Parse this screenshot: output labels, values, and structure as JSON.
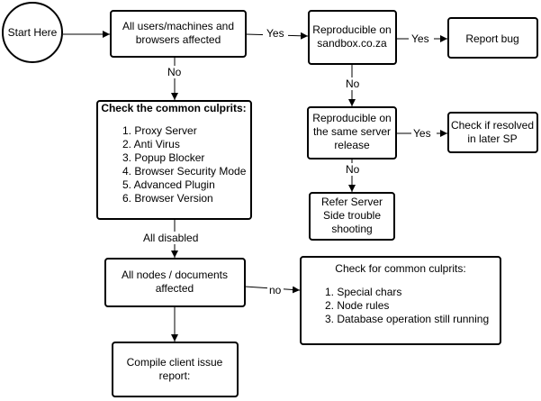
{
  "nodes": {
    "start": {
      "text": "Start Here"
    },
    "all_affected": {
      "lines": [
        "All users/machines and",
        "browsers affected"
      ]
    },
    "repro_sandbox": {
      "lines": [
        "Reproducible on",
        "sandbox.co.za"
      ]
    },
    "report_bug": {
      "lines": [
        "Report bug"
      ]
    },
    "repro_server": {
      "lines": [
        "Reproducible on",
        "the same server",
        "release"
      ]
    },
    "check_sp": {
      "lines": [
        "Check if resolved",
        "in later SP"
      ]
    },
    "refer_server": {
      "lines": [
        "Refer Server",
        "Side trouble",
        "shooting"
      ]
    },
    "culprits": {
      "title": "Check the common culprits:",
      "items": [
        "1.  Proxy Server",
        "2.  Anti Virus",
        "3.  Popup Blocker",
        "4.  Browser Security Mode",
        "5.  Advanced Plugin",
        "6.  Browser Version"
      ]
    },
    "all_nodes": {
      "lines": [
        "All nodes / documents",
        "affected"
      ]
    },
    "common_culprits": {
      "title": "Check for common culprits:",
      "items": [
        "1.  Special chars",
        "2.  Node rules",
        "3.  Database operation still running"
      ]
    },
    "compile": {
      "lines": [
        "Compile client issue",
        "report:"
      ]
    }
  },
  "edge_labels": {
    "yes1": "Yes",
    "yes2": "Yes",
    "yes3": "Yes",
    "no1": "No",
    "no2": "No",
    "no3": "No",
    "all_disabled": "All disabled",
    "no4": "no"
  }
}
